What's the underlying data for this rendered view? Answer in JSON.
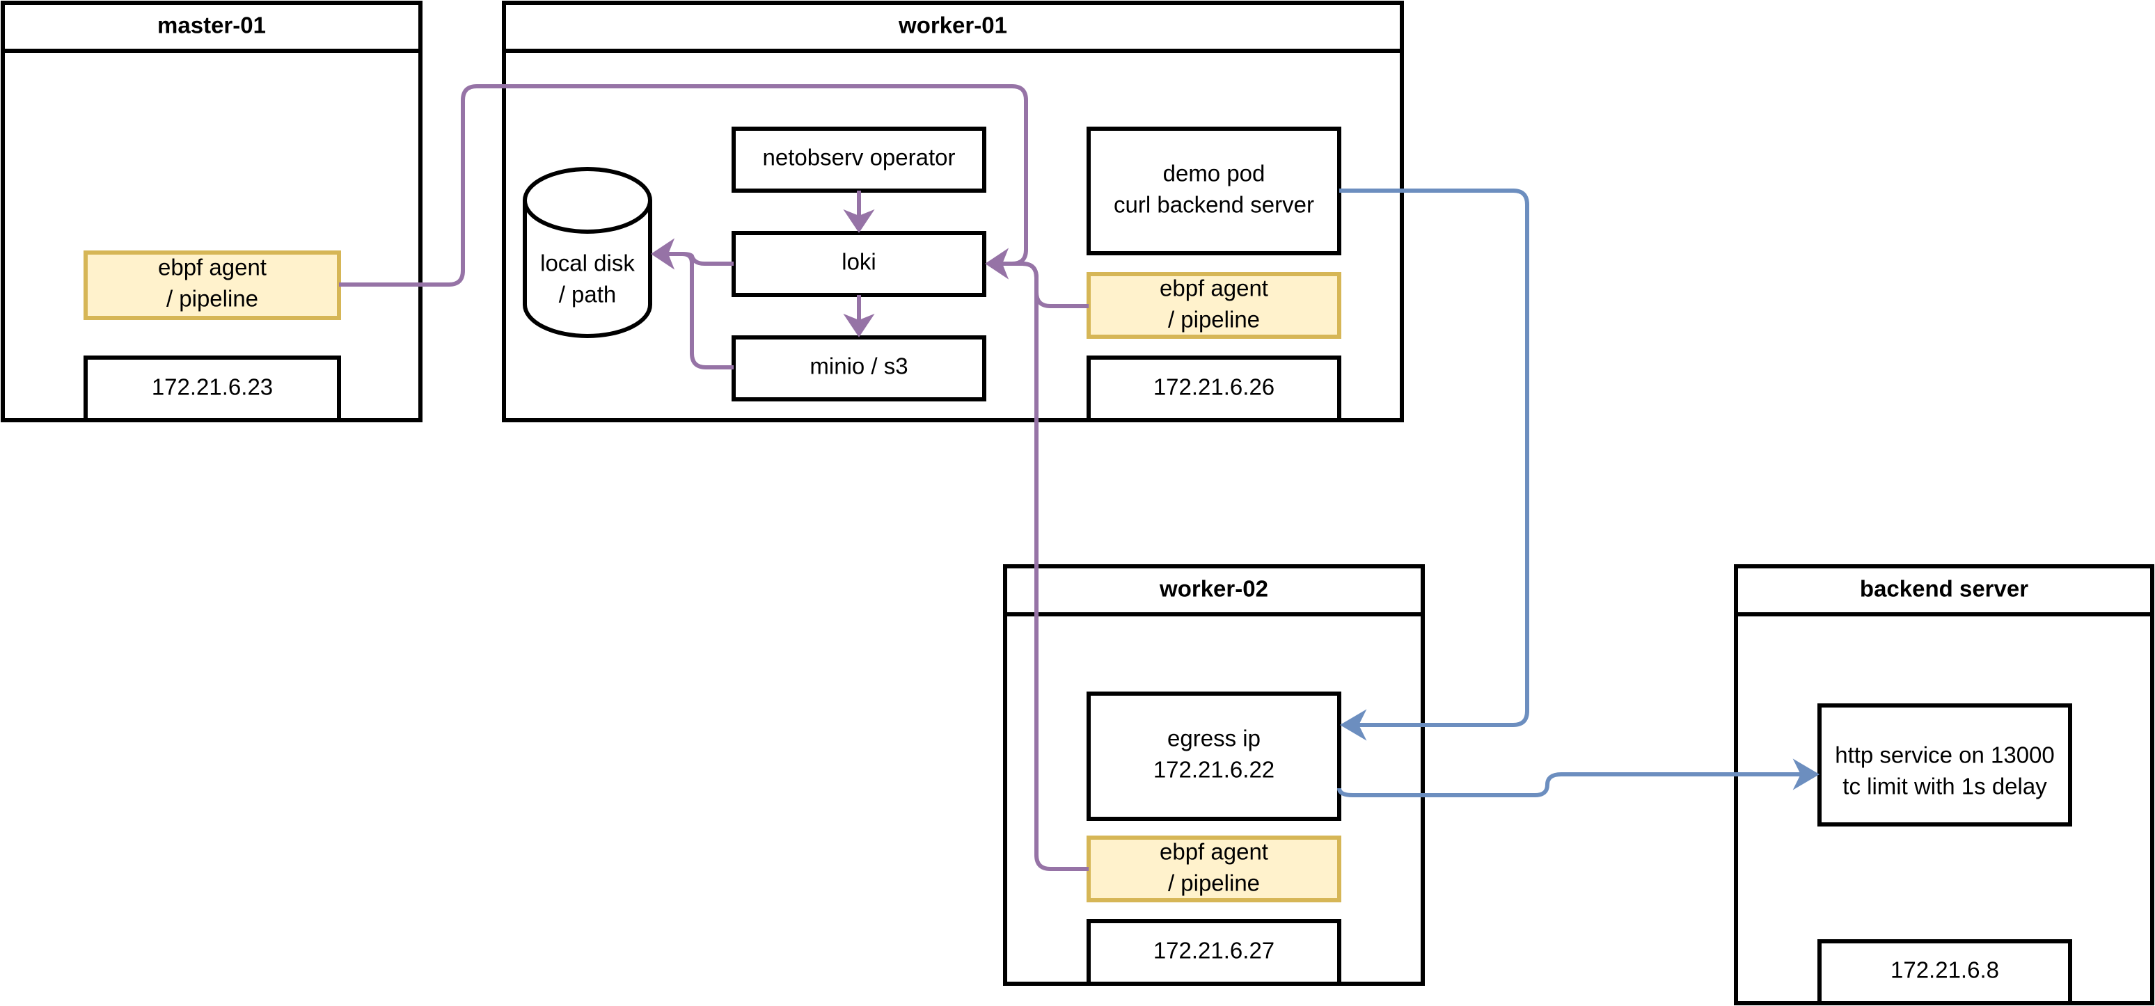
{
  "diagram": {
    "containers": {
      "master": {
        "title": "master-01"
      },
      "worker1": {
        "title": "worker-01"
      },
      "worker2": {
        "title": "worker-02"
      },
      "backend": {
        "title": "backend server"
      }
    },
    "nodes": {
      "master_ebpf": {
        "lines": [
          "ebpf agent",
          "/ pipeline"
        ]
      },
      "master_ip": {
        "lines": [
          "172.21.6.23"
        ]
      },
      "netobserv": {
        "lines": [
          "netobserv operator"
        ]
      },
      "loki": {
        "lines": [
          "loki"
        ]
      },
      "minio": {
        "lines": [
          "minio / s3"
        ]
      },
      "disk": {
        "lines": [
          "local disk",
          "/ path"
        ]
      },
      "demo_pod": {
        "lines": [
          "demo pod",
          "curl backend server"
        ]
      },
      "w1_ebpf": {
        "lines": [
          "ebpf agent",
          "/ pipeline"
        ]
      },
      "w1_ip": {
        "lines": [
          "172.21.6.26"
        ]
      },
      "egress": {
        "lines": [
          "egress ip",
          "172.21.6.22"
        ]
      },
      "w2_ebpf": {
        "lines": [
          "ebpf agent",
          "/ pipeline"
        ]
      },
      "w2_ip": {
        "lines": [
          "172.21.6.27"
        ]
      },
      "http": {
        "lines": [
          "http service on 13000",
          "tc limit with 1s delay"
        ]
      },
      "backend_ip": {
        "lines": [
          "172.21.6.8"
        ]
      }
    },
    "edges": [
      {
        "from": "master_ebpf",
        "to": "loki",
        "color": "purple"
      },
      {
        "from": "w1_ebpf",
        "to": "loki",
        "color": "purple"
      },
      {
        "from": "w2_ebpf",
        "to": "loki",
        "color": "purple"
      },
      {
        "from": "netobserv",
        "to": "loki",
        "color": "purple"
      },
      {
        "from": "loki",
        "to": "minio",
        "color": "purple"
      },
      {
        "from": "loki",
        "to": "disk",
        "color": "purple"
      },
      {
        "from": "minio",
        "to": "disk",
        "color": "purple"
      },
      {
        "from": "demo_pod",
        "to": "egress",
        "color": "blue"
      },
      {
        "from": "egress",
        "to": "http",
        "color": "blue"
      }
    ],
    "colors": {
      "purple": "#9673a6",
      "blue": "#6c8ebf",
      "agent_fill": "#fff2cc",
      "agent_stroke": "#d6b656"
    }
  }
}
